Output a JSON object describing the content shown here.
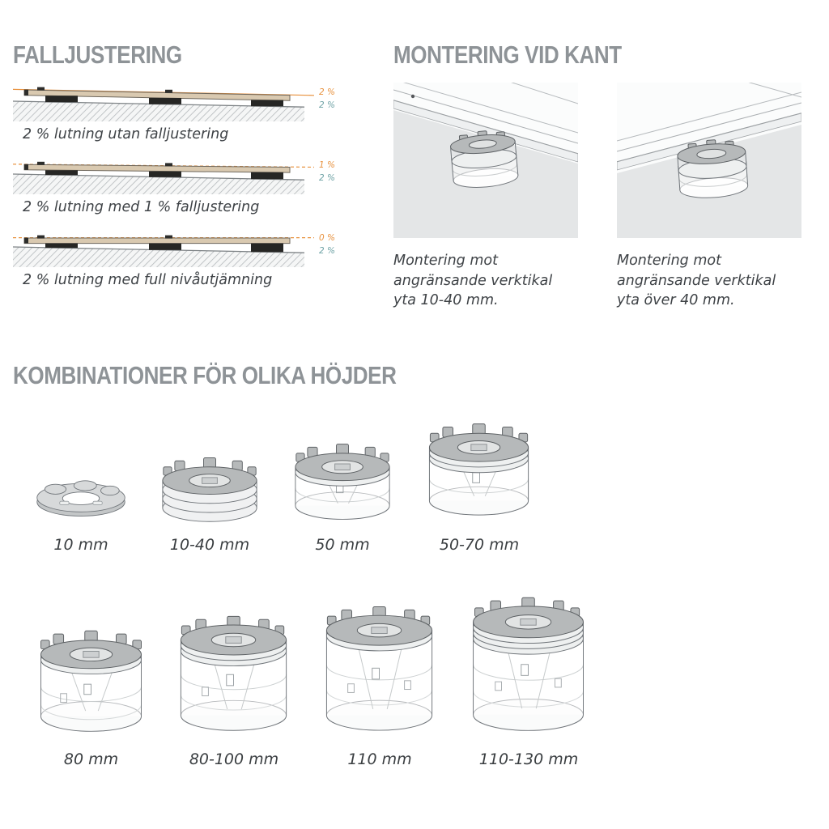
{
  "colors": {
    "heading_gray": "#8e9397",
    "caption_gray": "#3e4246",
    "accent_orange": "#e8923f",
    "accent_teal": "#6fa3a6",
    "plank_tan": "#d9c9b0",
    "ground_hatch": "#b4b8bb",
    "pedestal_cap": "#b6b9ba"
  },
  "falljustering": {
    "title": "FALLJUSTERING",
    "diagrams": [
      {
        "caption": "2 % lutning utan falljustering",
        "top_label": "2 %",
        "bottom_label": "2 %"
      },
      {
        "caption": "2 % lutning med 1 % falljustering",
        "top_label": "1 %",
        "bottom_label": "2 %"
      },
      {
        "caption": "2 % lutning med full nivåutjämning",
        "top_label": "0 %",
        "bottom_label": "2 %"
      }
    ]
  },
  "montering": {
    "title": "MONTERING VID KANT",
    "items": [
      {
        "caption": "Montering mot angränsande verktikal yta 10-40 mm."
      },
      {
        "caption": "Montering mot angränsande verktikal yta över 40 mm."
      }
    ]
  },
  "kombinationer": {
    "title": "KOMBINATIONER FÖR OLIKA HÖJDER",
    "pedestals": [
      {
        "label": "10 mm"
      },
      {
        "label": "10-40 mm"
      },
      {
        "label": "50 mm"
      },
      {
        "label": "50-70 mm"
      },
      {
        "label": "80 mm"
      },
      {
        "label": "80-100 mm"
      },
      {
        "label": "110 mm"
      },
      {
        "label": "110-130 mm"
      }
    ]
  }
}
